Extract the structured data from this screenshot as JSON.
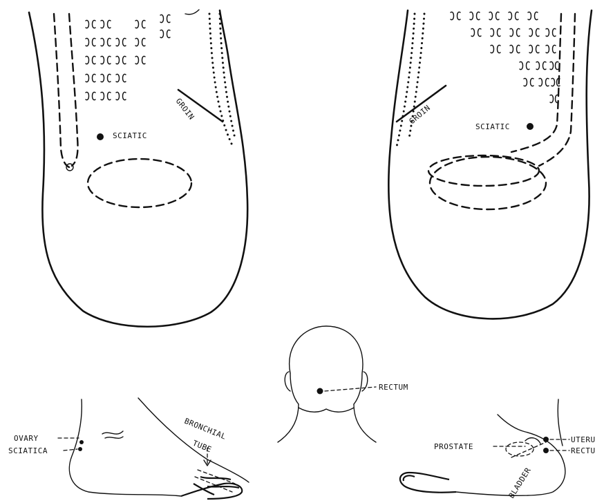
{
  "labels": {
    "left_sciatic": "SCIATIC",
    "left_groin": "GROIN",
    "right_sciatic": "SCIATIC",
    "right_groin": "GROIN",
    "rectum_head": "RECTUM",
    "ovary": "OVARY",
    "sciatica": "SCIATICA",
    "bronchial_tube_line1": "BRONCHIAL",
    "bronchial_tube_line2": "TUBE",
    "prostate": "PROSTATE",
    "uterus": "UTERU",
    "rectum_foot": "RECTU",
    "bladder": "BLADDER"
  }
}
